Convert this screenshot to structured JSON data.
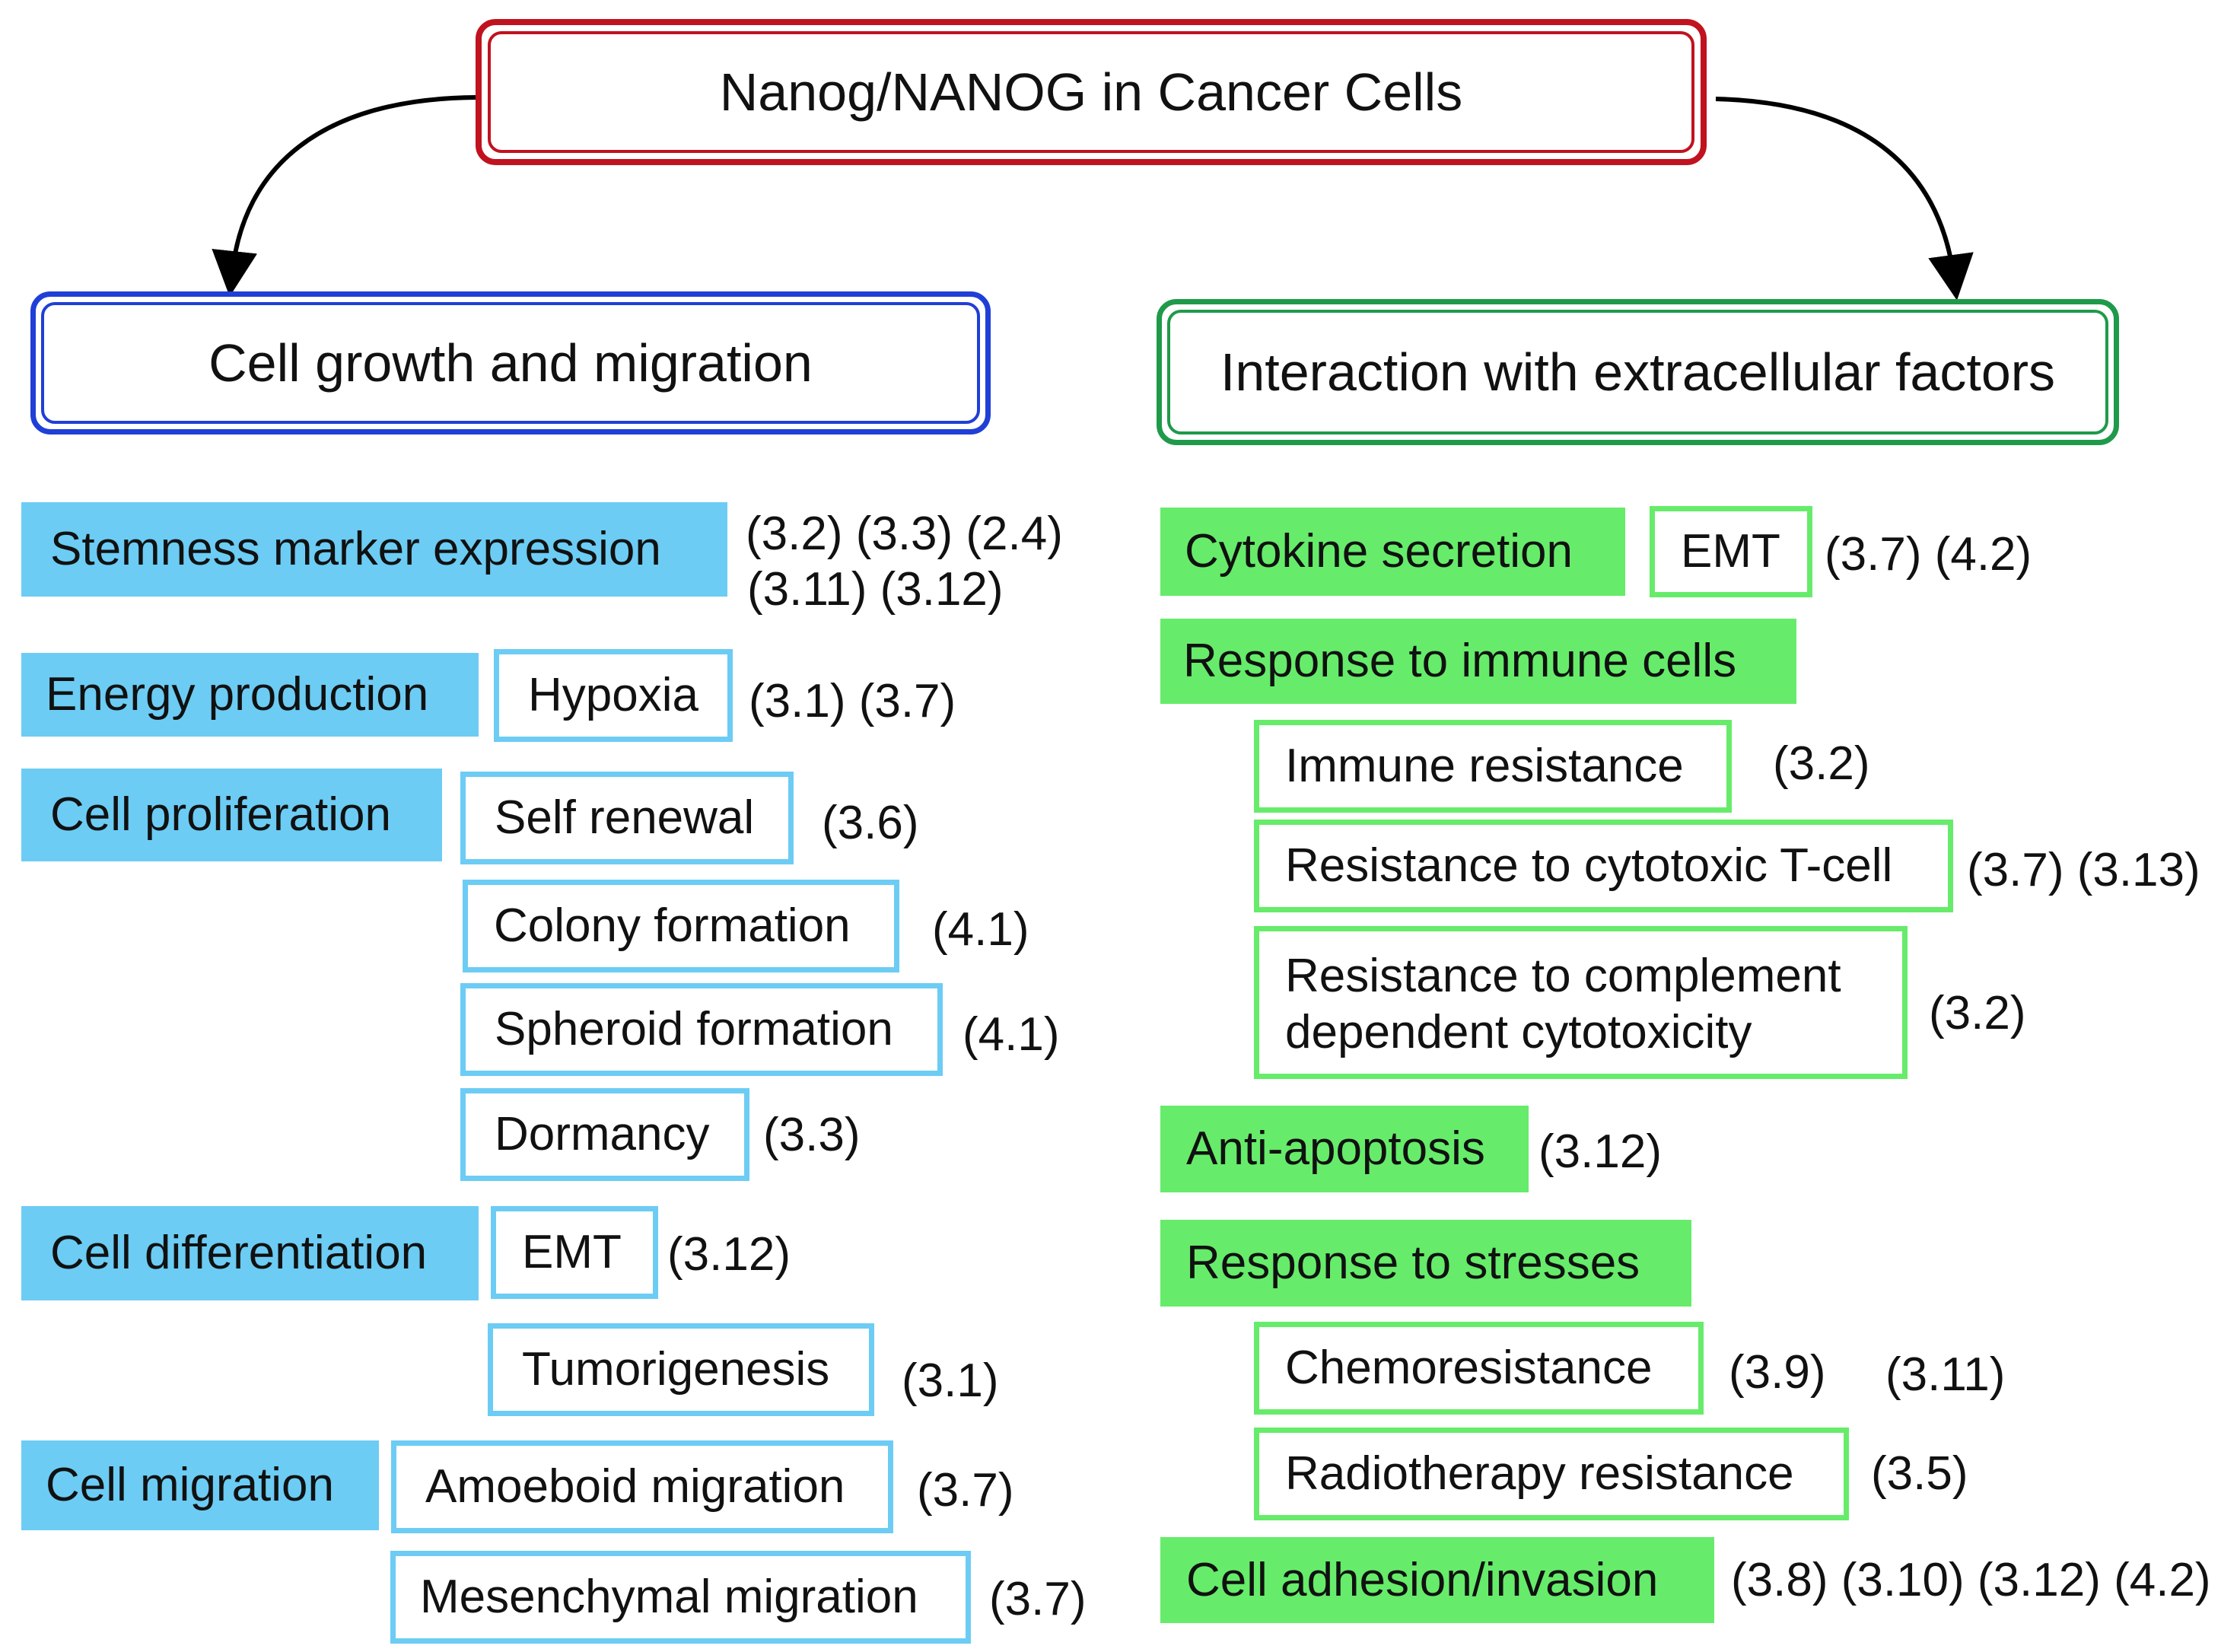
{
  "title": "Nanog/NANOG in Cancer Cells",
  "colors": {
    "title_border": "#c1121f",
    "left_border": "#1f3fd6",
    "right_border": "#1f9a4a",
    "blue_fill": "#6cccf4",
    "green_fill": "#66ec6a"
  },
  "left": {
    "heading": "Cell growth and migration",
    "stemness": {
      "label": "Stemness marker expression",
      "refs1": "(3.2) (3.3) (2.4)",
      "refs2": "(3.11) (3.12)"
    },
    "energy": {
      "label": "Energy production",
      "sub": "Hypoxia",
      "refs": "(3.1) (3.7)"
    },
    "proliferation": {
      "label": "Cell proliferation",
      "items": [
        {
          "label": "Self renewal",
          "refs": "(3.6)"
        },
        {
          "label": "Colony formation",
          "refs": "(4.1)"
        },
        {
          "label": "Spheroid formation",
          "refs": "(4.1)"
        },
        {
          "label": "Dormancy",
          "refs": "(3.3)"
        }
      ]
    },
    "differentiation": {
      "label": "Cell differentiation",
      "items": [
        {
          "label": "EMT",
          "refs": "(3.12)"
        },
        {
          "label": "Tumorigenesis",
          "refs": "(3.1)"
        }
      ]
    },
    "migration": {
      "label": "Cell migration",
      "items": [
        {
          "label": "Amoeboid migration",
          "refs": "(3.7)"
        },
        {
          "label": "Mesenchymal migration",
          "refs": "(3.7)"
        }
      ]
    }
  },
  "right": {
    "heading": "Interaction with extracellular factors",
    "cytokine": {
      "label": "Cytokine secretion",
      "sub": "EMT",
      "refs": "(3.7) (4.2)"
    },
    "immune": {
      "label": "Response to immune cells",
      "items": [
        {
          "label": "Immune resistance",
          "refs": "(3.2)"
        },
        {
          "label": "Resistance to cytotoxic T-cell",
          "refs": "(3.7)  (3.13)"
        },
        {
          "label1": "Resistance to complement",
          "label2": "dependent cytotoxicity",
          "refs": "(3.2)"
        }
      ]
    },
    "apoptosis": {
      "label": "Anti-apoptosis",
      "refs": "(3.12)"
    },
    "stresses": {
      "label": "Response to stresses",
      "items": [
        {
          "label": "Chemoresistance",
          "refs_a": "(3.9)",
          "refs_b": "(3.11)"
        },
        {
          "label": "Radiotherapy resistance",
          "refs": "(3.5)"
        }
      ]
    },
    "adhesion": {
      "label": "Cell adhesion/invasion",
      "refs": "(3.8) (3.10) (3.12) (4.2)"
    }
  }
}
